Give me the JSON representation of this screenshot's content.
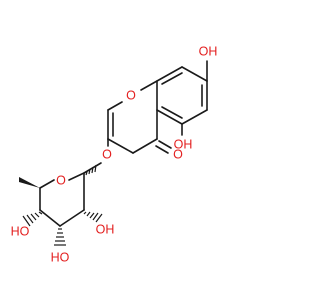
{
  "colors": {
    "bond": "#1a1a1a",
    "oxygen": "#e32020",
    "background": "#ffffff"
  },
  "labels": {
    "oh_top": "OH",
    "oh_ring_right": "OH",
    "o_ring": "O",
    "o_carbonyl": "O",
    "o_glycosidic": "O",
    "o_sugar_ring": "O",
    "ho_left": "HO",
    "ho_bottom": "HO",
    "oh_sugar_right": "OH"
  }
}
